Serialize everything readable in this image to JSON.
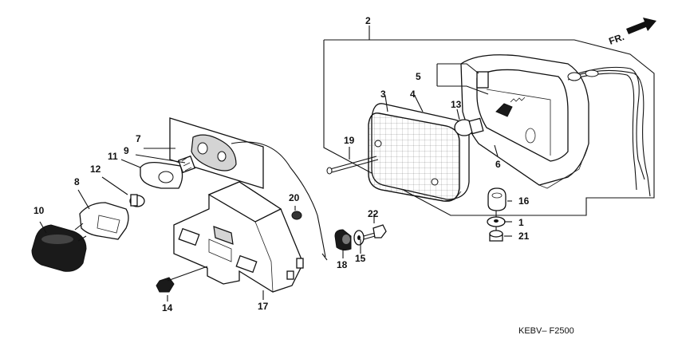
{
  "diagram": {
    "direction_label": "FR.",
    "footer_code": "KEBV– F2500",
    "callouts": {
      "p1": "1",
      "p2": "2",
      "p3": "3",
      "p4": "4",
      "p5": "5",
      "p6": "6",
      "p7": "7",
      "p8": "8",
      "p9": "9",
      "p10": "10",
      "p11": "11",
      "p12": "12",
      "p13": "13",
      "p14": "14",
      "p15": "15",
      "p16": "16",
      "p17": "17",
      "p18": "18",
      "p19": "19",
      "p20": "20",
      "p21": "21",
      "p22": "22"
    }
  }
}
